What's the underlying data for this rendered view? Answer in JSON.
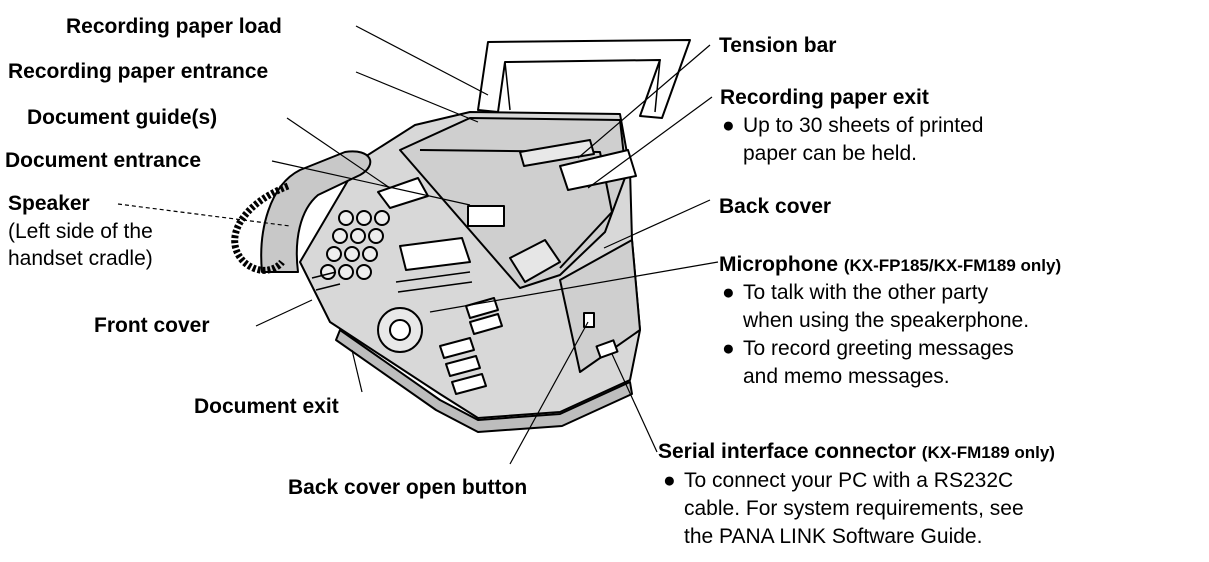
{
  "labels": {
    "recording_paper_load": "Recording paper load",
    "recording_paper_entrance": "Recording paper entrance",
    "document_guides": "Document guide(s)",
    "document_entrance": "Document entrance",
    "speaker": "Speaker",
    "speaker_note_1": "(Left side of the",
    "speaker_note_2": "handset cradle)",
    "front_cover": "Front cover",
    "document_exit": "Document exit",
    "back_cover_open_button": "Back cover open button",
    "tension_bar": "Tension bar",
    "recording_paper_exit": "Recording paper exit",
    "back_cover": "Back cover",
    "microphone": "Microphone",
    "microphone_models": "(KX-FP185/KX-FM189 only)",
    "serial_interface": "Serial interface connector",
    "serial_models": "(KX-FM189 only)"
  },
  "notes": {
    "bullet": "●",
    "paper_exit_1": "Up to 30 sheets of printed",
    "paper_exit_2": "paper can be held.",
    "mic_1a": "To talk with the other party",
    "mic_1b": "when using the speakerphone.",
    "mic_2a": "To record greeting messages",
    "mic_2b": "and memo messages.",
    "serial_1": "To connect your PC with a RS232C",
    "serial_2": "cable. For system requirements, see",
    "serial_3": "the PANA LINK Software Guide."
  }
}
